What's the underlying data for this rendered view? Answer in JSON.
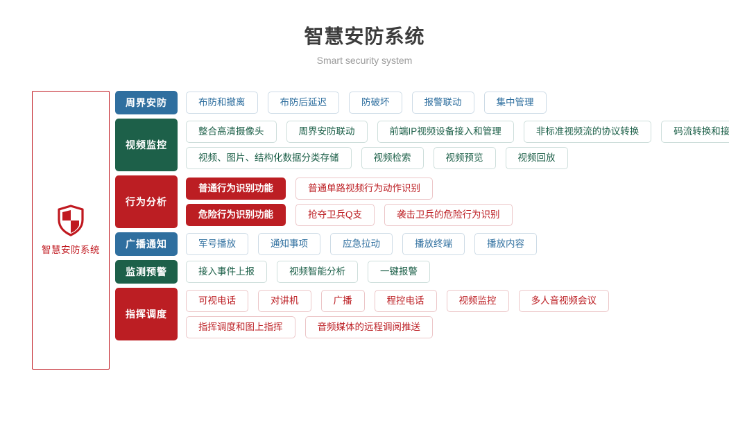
{
  "header": {
    "title": "智慧安防系统",
    "subtitle": "Smart security system"
  },
  "brand": {
    "icon": "shield-icon",
    "label": "智慧安防系统",
    "border_color": "#c01820",
    "text_color": "#c0181f"
  },
  "colors": {
    "blue": "#2f6f9f",
    "green": "#1d6049",
    "red": "#bc1e23",
    "title": "#3c3c3c",
    "subtitle": "#9a9a9a"
  },
  "categories": [
    {
      "label": "周界安防",
      "color": "blue",
      "lines": [
        [
          {
            "label": "布防和撤离",
            "style": "outline"
          },
          {
            "label": "布防后延迟",
            "style": "outline"
          },
          {
            "label": "防破坏",
            "style": "outline"
          },
          {
            "label": "报警联动",
            "style": "outline"
          },
          {
            "label": "集中管理",
            "style": "outline"
          }
        ]
      ]
    },
    {
      "label": "视频监控",
      "color": "green",
      "lines": [
        [
          {
            "label": "整合高清摄像头",
            "style": "outline"
          },
          {
            "label": "周界安防联动",
            "style": "outline"
          },
          {
            "label": "前端IP视频设备接入和管理",
            "style": "outline"
          },
          {
            "label": "非标准视频流的协议转换",
            "style": "outline"
          },
          {
            "label": "码流转换和接口转换",
            "style": "outline"
          }
        ],
        [
          {
            "label": "视频、图片、结构化数据分类存储",
            "style": "outline"
          },
          {
            "label": "视频检索",
            "style": "outline"
          },
          {
            "label": "视频预览",
            "style": "outline"
          },
          {
            "label": "视频回放",
            "style": "outline"
          }
        ]
      ]
    },
    {
      "label": "行为分析",
      "color": "red",
      "lines": [
        [
          {
            "label": "普通行为识别功能",
            "style": "solid"
          },
          {
            "label": "普通单路视频行为动作识别",
            "style": "outline"
          }
        ],
        [
          {
            "label": "危险行为识别功能",
            "style": "solid"
          },
          {
            "label": "抢夺卫兵Q支",
            "style": "outline"
          },
          {
            "label": "袭击卫兵的危险行为识别",
            "style": "outline"
          }
        ]
      ]
    },
    {
      "label": "广播通知",
      "color": "blue",
      "lines": [
        [
          {
            "label": "军号播放",
            "style": "outline"
          },
          {
            "label": "通知事项",
            "style": "outline"
          },
          {
            "label": "应急拉动",
            "style": "outline"
          },
          {
            "label": "播放终端",
            "style": "outline"
          },
          {
            "label": "播放内容",
            "style": "outline"
          }
        ]
      ]
    },
    {
      "label": "监测预警",
      "color": "green",
      "lines": [
        [
          {
            "label": "接入事件上报",
            "style": "outline"
          },
          {
            "label": "视频智能分析",
            "style": "outline"
          },
          {
            "label": "一键报警",
            "style": "outline"
          }
        ]
      ]
    },
    {
      "label": "指挥调度",
      "color": "red",
      "lines": [
        [
          {
            "label": "可视电话",
            "style": "outline"
          },
          {
            "label": "对讲机",
            "style": "outline"
          },
          {
            "label": "广播",
            "style": "outline"
          },
          {
            "label": "程控电话",
            "style": "outline"
          },
          {
            "label": "视频监控",
            "style": "outline"
          },
          {
            "label": "多人音视频会议",
            "style": "outline"
          }
        ],
        [
          {
            "label": "指挥调度和图上指挥",
            "style": "outline"
          },
          {
            "label": "音频媒体的远程调阅推送",
            "style": "outline"
          }
        ]
      ]
    }
  ]
}
